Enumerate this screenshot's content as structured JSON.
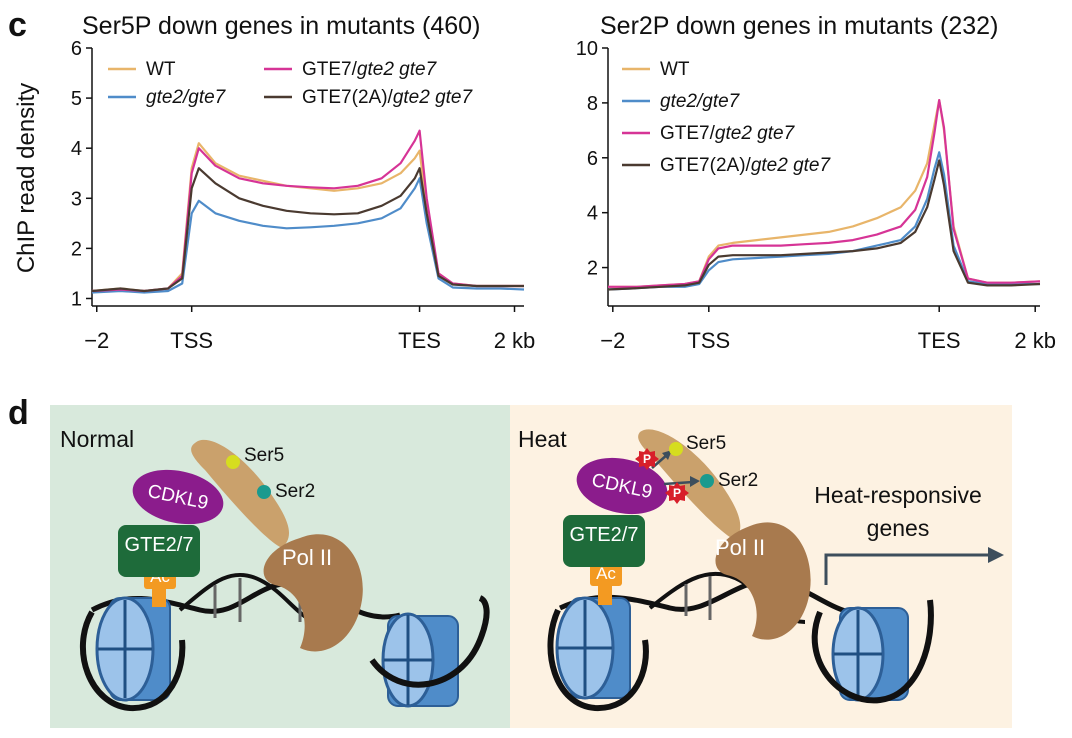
{
  "panel_c_label": "c",
  "panel_d_label": "d",
  "chart_data": [
    {
      "type": "line",
      "title": "Ser5P down genes in mutants (460)",
      "ylabel": "ChIP read density",
      "xlabel": "",
      "x_tick_labels": [
        "−2",
        "TSS",
        "TES",
        "2 kb"
      ],
      "x_ticks": [
        -2,
        0,
        4.8,
        6.8
      ],
      "ylim": [
        0.85,
        6
      ],
      "y_ticks": [
        1,
        2,
        3,
        4,
        5,
        6
      ],
      "xlim": [
        -2.1,
        7.0
      ],
      "legend": "top",
      "legend_layout": "two-column",
      "x": [
        -2.1,
        -1.5,
        -1.0,
        -0.5,
        -0.2,
        0.0,
        0.15,
        0.5,
        1.0,
        1.5,
        2.0,
        2.5,
        3.0,
        3.5,
        4.0,
        4.4,
        4.7,
        4.8,
        4.95,
        5.2,
        5.5,
        6.0,
        6.5,
        7.0
      ],
      "series": [
        {
          "name": "WT",
          "name_parts": [
            {
              "t": "WT",
              "i": false
            }
          ],
          "color": "#e8b56a",
          "values": [
            1.15,
            1.2,
            1.15,
            1.2,
            1.5,
            3.6,
            4.1,
            3.7,
            3.45,
            3.35,
            3.25,
            3.2,
            3.15,
            3.2,
            3.3,
            3.5,
            3.8,
            3.95,
            2.8,
            1.5,
            1.3,
            1.25,
            1.25,
            1.25
          ]
        },
        {
          "name": "gte2/gte7",
          "name_parts": [
            {
              "t": "gte2/gte7",
              "i": true
            }
          ],
          "color": "#4f8cc9",
          "values": [
            1.12,
            1.15,
            1.12,
            1.15,
            1.3,
            2.7,
            2.95,
            2.7,
            2.55,
            2.45,
            2.4,
            2.42,
            2.45,
            2.5,
            2.6,
            2.8,
            3.2,
            3.4,
            2.5,
            1.4,
            1.22,
            1.2,
            1.2,
            1.18
          ]
        },
        {
          "name": "GTE7/gte2 gte7",
          "name_parts": [
            {
              "t": "GTE7/",
              "i": false
            },
            {
              "t": "gte2 gte7",
              "i": true
            }
          ],
          "color": "#d63496",
          "values": [
            1.15,
            1.18,
            1.15,
            1.2,
            1.45,
            3.5,
            4.0,
            3.65,
            3.4,
            3.3,
            3.25,
            3.22,
            3.2,
            3.25,
            3.4,
            3.7,
            4.15,
            4.35,
            3.0,
            1.5,
            1.3,
            1.25,
            1.25,
            1.25
          ]
        },
        {
          "name": "GTE7(2A)/gte2 gte7",
          "name_parts": [
            {
              "t": "GTE7(2A)/",
              "i": false
            },
            {
              "t": "gte2 gte7",
              "i": true
            }
          ],
          "color": "#4a3a30",
          "values": [
            1.15,
            1.2,
            1.15,
            1.2,
            1.4,
            3.2,
            3.6,
            3.3,
            3.0,
            2.85,
            2.75,
            2.7,
            2.68,
            2.7,
            2.85,
            3.05,
            3.4,
            3.6,
            2.7,
            1.45,
            1.28,
            1.25,
            1.25,
            1.25
          ]
        }
      ]
    },
    {
      "type": "line",
      "title": "Ser2P down genes in mutants (232)",
      "ylabel": "",
      "xlabel": "",
      "x_tick_labels": [
        "−2",
        "TSS",
        "TES",
        "2 kb"
      ],
      "x_ticks": [
        -2,
        0,
        4.8,
        6.8
      ],
      "ylim": [
        0.6,
        10
      ],
      "y_ticks": [
        2,
        4,
        6,
        8,
        10
      ],
      "xlim": [
        -2.1,
        6.9
      ],
      "legend": "top-left",
      "legend_layout": "one-column",
      "x": [
        -2.1,
        -1.5,
        -1.0,
        -0.5,
        -0.2,
        0.0,
        0.2,
        0.5,
        1.0,
        1.5,
        2.0,
        2.5,
        3.0,
        3.5,
        4.0,
        4.3,
        4.55,
        4.7,
        4.8,
        4.9,
        5.1,
        5.4,
        5.8,
        6.3,
        6.9
      ],
      "series": [
        {
          "name": "WT",
          "name_parts": [
            {
              "t": "WT",
              "i": false
            }
          ],
          "color": "#e8b56a",
          "values": [
            1.3,
            1.3,
            1.35,
            1.4,
            1.5,
            2.4,
            2.8,
            2.9,
            3.0,
            3.1,
            3.2,
            3.3,
            3.5,
            3.8,
            4.2,
            4.8,
            5.8,
            7.2,
            8.1,
            7.0,
            3.5,
            1.6,
            1.45,
            1.45,
            1.5
          ]
        },
        {
          "name": "gte2/gte7",
          "name_parts": [
            {
              "t": "gte2/gte7",
              "i": true
            }
          ],
          "color": "#4f8cc9",
          "values": [
            1.2,
            1.25,
            1.3,
            1.3,
            1.4,
            1.9,
            2.2,
            2.3,
            2.35,
            2.4,
            2.45,
            2.5,
            2.6,
            2.8,
            3.0,
            3.5,
            4.5,
            5.6,
            6.2,
            5.4,
            2.8,
            1.5,
            1.4,
            1.4,
            1.4
          ]
        },
        {
          "name": "GTE7/gte2 gte7",
          "name_parts": [
            {
              "t": "GTE7/",
              "i": false
            },
            {
              "t": "gte2 gte7",
              "i": true
            }
          ],
          "color": "#d63496",
          "values": [
            1.3,
            1.3,
            1.35,
            1.4,
            1.5,
            2.3,
            2.7,
            2.8,
            2.8,
            2.8,
            2.85,
            2.9,
            3.0,
            3.2,
            3.5,
            4.1,
            5.3,
            6.9,
            8.1,
            7.1,
            3.4,
            1.6,
            1.45,
            1.45,
            1.5
          ]
        },
        {
          "name": "GTE7(2A)/gte2 gte7",
          "name_parts": [
            {
              "t": "GTE7(2A)/",
              "i": false
            },
            {
              "t": "gte2 gte7",
              "i": true
            }
          ],
          "color": "#4a3a30",
          "values": [
            1.2,
            1.25,
            1.3,
            1.35,
            1.45,
            2.1,
            2.4,
            2.45,
            2.45,
            2.45,
            2.5,
            2.55,
            2.6,
            2.7,
            2.9,
            3.3,
            4.2,
            5.2,
            5.9,
            5.0,
            2.6,
            1.45,
            1.35,
            1.35,
            1.4
          ]
        }
      ]
    }
  ],
  "diagram": {
    "normal": {
      "label": "Normal",
      "bg": "#d8e9dc",
      "ser5": "Ser5",
      "ser2": "Ser2",
      "cdkl9": "CDKL9",
      "gte": "GTE2/7",
      "ac": "Ac",
      "pol": "Pol II"
    },
    "heat": {
      "label": "Heat",
      "bg": "#fdf2e2",
      "ser5": "Ser5",
      "ser2": "Ser2",
      "cdkl9": "CDKL9",
      "gte": "GTE2/7",
      "ac": "Ac",
      "pol": "Pol II",
      "p": "P",
      "genes_line1": "Heat-responsive",
      "genes_line2": "genes"
    },
    "colors": {
      "cdkl9": "#8b1c8c",
      "gte": "#1e6b3a",
      "ac": "#f39a22",
      "pol": "#a87a4e",
      "ctd": "#caa16c",
      "ser5_dot": "#d6dd1f",
      "ser2_dot": "#1a9a8e",
      "phospho": "#d81f2a",
      "nucleosome": "#4f8cc9",
      "arrow": "#3d4e5c"
    }
  }
}
